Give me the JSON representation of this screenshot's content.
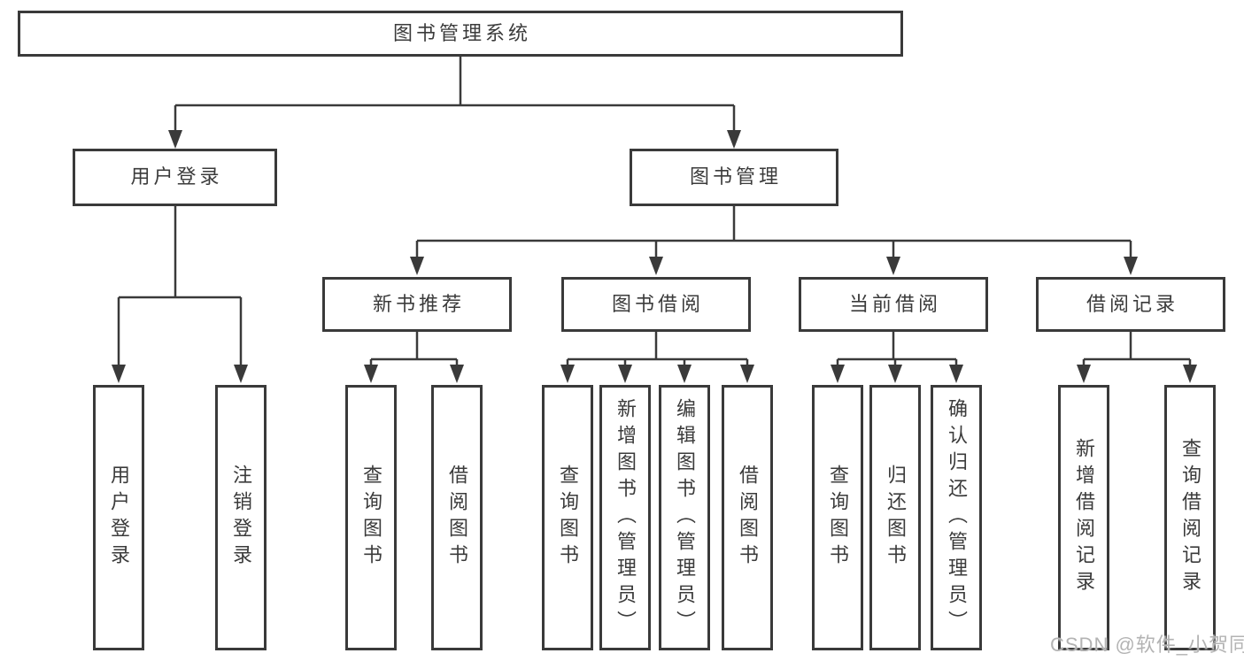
{
  "diagram_type": "functional-structure-tree",
  "tree": {
    "root": {
      "label": "图书管理系统"
    },
    "branches": [
      {
        "label": "用户登录",
        "children": [
          {
            "label": "用户登录"
          },
          {
            "label": "注销登录"
          }
        ]
      },
      {
        "label": "图书管理",
        "children": [
          {
            "label": "新书推荐",
            "children": [
              {
                "label": "查询图书"
              },
              {
                "label": "借阅图书"
              }
            ]
          },
          {
            "label": "图书借阅",
            "children": [
              {
                "label": "查询图书"
              },
              {
                "label": "新增图书（管理员）"
              },
              {
                "label": "编辑图书（管理员）"
              },
              {
                "label": "借阅图书"
              }
            ]
          },
          {
            "label": "当前借阅",
            "children": [
              {
                "label": "查询图书"
              },
              {
                "label": "归还图书"
              },
              {
                "label": "确认归还（管理员）"
              }
            ]
          },
          {
            "label": "借阅记录",
            "children": [
              {
                "label": "新增借阅记录"
              },
              {
                "label": "查询借阅记录"
              }
            ]
          }
        ]
      }
    ]
  },
  "watermark": {
    "text": "CSDN @软件_小贺同学"
  },
  "colors": {
    "line": "#3a3a3a",
    "text": "#3b3b3b",
    "background": "#ffffff",
    "watermark": "#b3b3b3"
  }
}
